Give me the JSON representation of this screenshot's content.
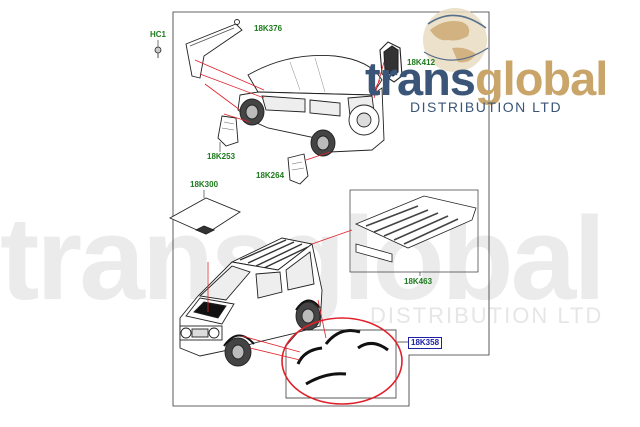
{
  "watermark": {
    "main_trans": "trans",
    "main_global": "global",
    "subtitle": "DISTRIBUTION LTD"
  },
  "logo": {
    "trans": "trans",
    "global": "global",
    "subtitle": "DISTRIBUTION LTD"
  },
  "parts": {
    "hc1": "HC1",
    "p18k376": "18K376",
    "p18k412": "18K412",
    "p18k253": "18K253",
    "p18k264": "18K264",
    "p18k300": "18K300",
    "p18k463": "18K463",
    "p18k358": "18K358"
  },
  "colors": {
    "label_green": "#1c7a1c",
    "label_blue": "#1c20a8",
    "leader_red": "#e0202a",
    "logo_navy": "#3a5578",
    "logo_gold": "#c9a56a"
  }
}
